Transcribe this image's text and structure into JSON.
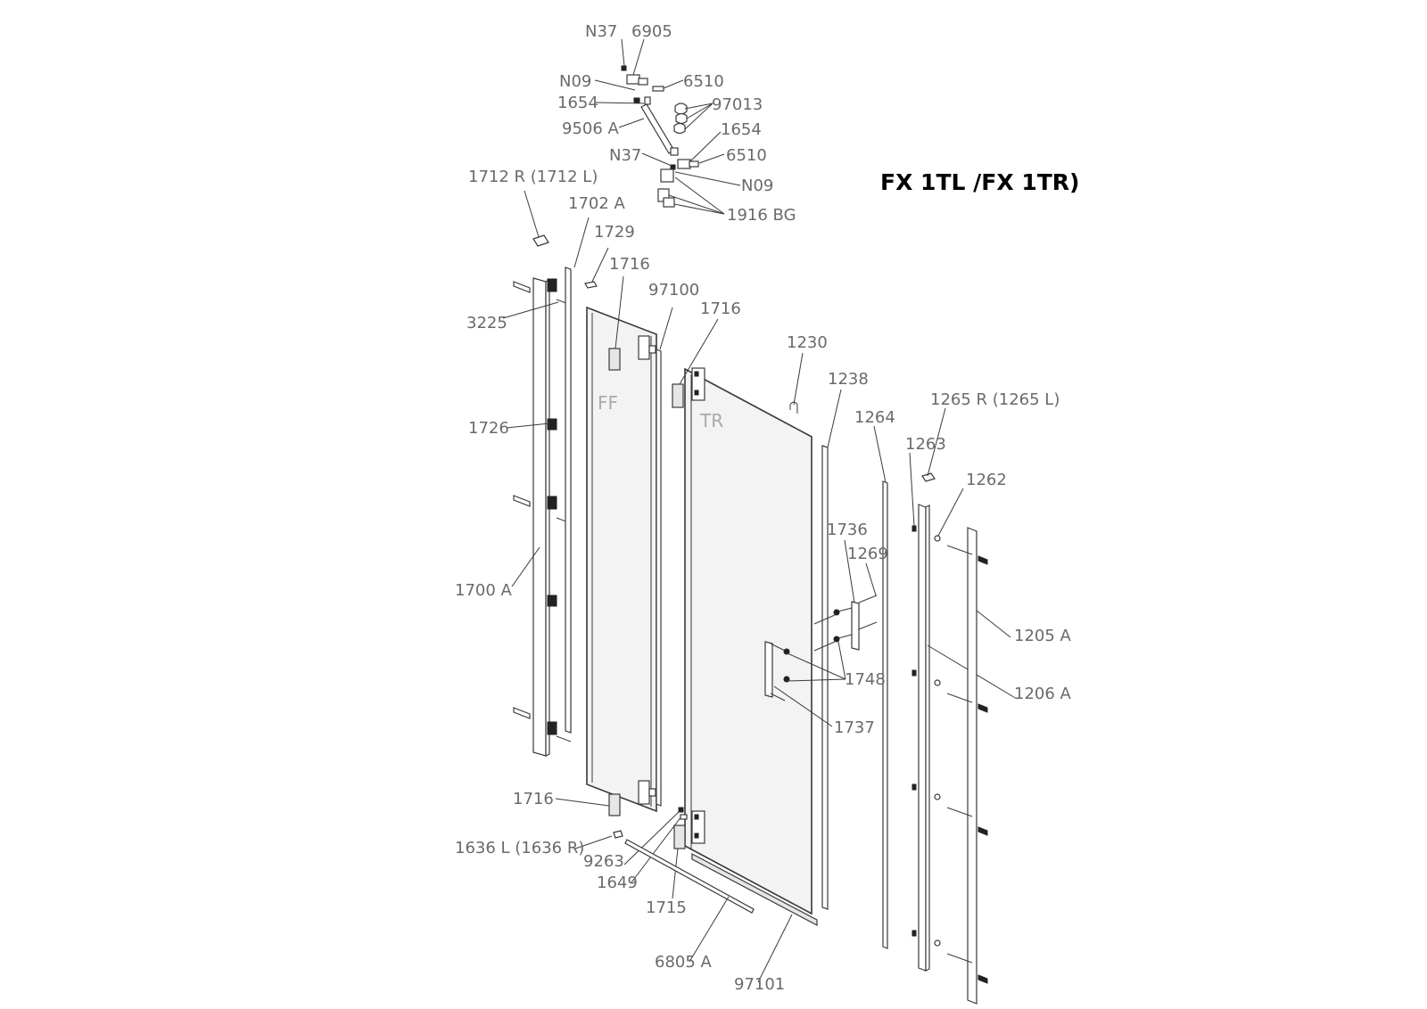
{
  "title": "FX 1TL /FX 1TR)",
  "panel_labels": {
    "fixed": "FF",
    "door": "TR"
  },
  "labels": {
    "n37_top": "N37",
    "p6905": "6905",
    "n09_top": "N09",
    "p6510_top": "6510",
    "p1654_left": "1654",
    "p97013": "97013",
    "p9506a": "9506 A",
    "p1654_right": "1654",
    "n37_mid": "N37",
    "p6510_mid": "6510",
    "n09_mid": "N09",
    "p1916bg": "1916 BG",
    "p1712r": "1712 R (1712 L)",
    "p1702a": "1702 A",
    "p1729": "1729",
    "p1716_top": "1716",
    "p97100": "97100",
    "p1716_door": "1716",
    "p3225": "3225",
    "p1230": "1230",
    "p1238": "1238",
    "p1265r": "1265 R (1265 L)",
    "p1264": "1264",
    "p1726": "1726",
    "p1263": "1263",
    "p1262": "1262",
    "p1736": "1736",
    "p1269": "1269",
    "p1700a": "1700 A",
    "p1205a": "1205 A",
    "p1748": "1748",
    "p1206a": "1206 A",
    "p1737": "1737",
    "p1716_bottom": "1716",
    "p1636l": "1636 L (1636 R)",
    "p9263": "9263",
    "p1649": "1649",
    "p1715": "1715",
    "p6805a": "6805 A",
    "p97101": "97101"
  }
}
